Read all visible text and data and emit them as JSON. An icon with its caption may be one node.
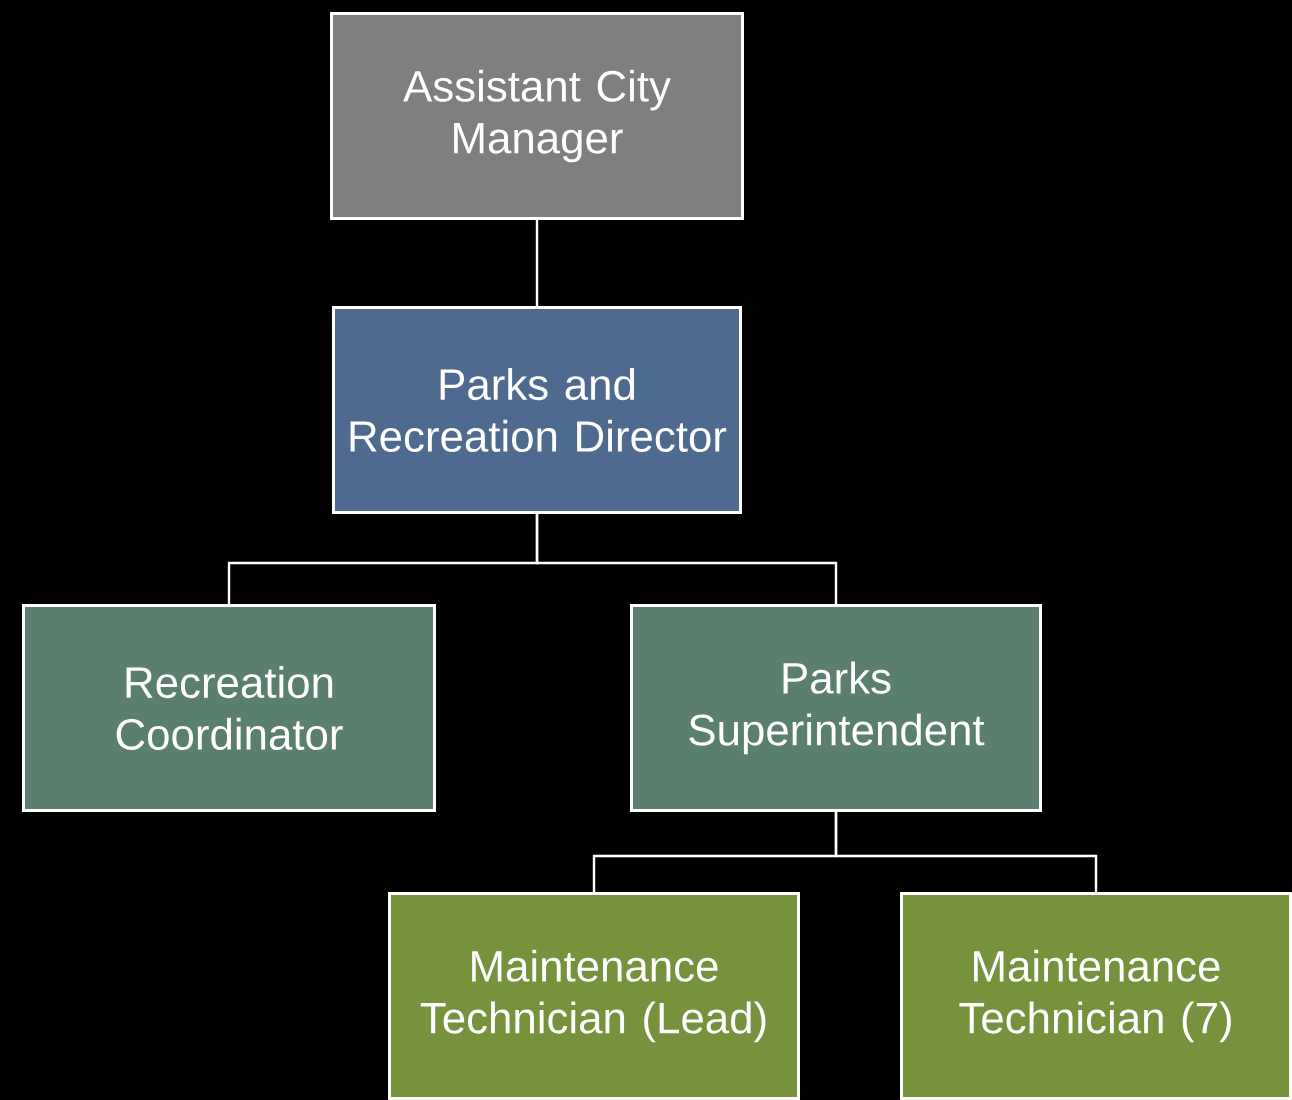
{
  "diagram": {
    "nodes": [
      {
        "text": [
          "Assistant City Manager"
        ]
      },
      {
        "text": [
          "Parks and Recreation Director"
        ]
      },
      {
        "text": [
          "Recreation Coordinator"
        ]
      },
      {
        "text": [
          "Parks Superintendent"
        ]
      },
      {
        "text": [
          "Maintenance Technician (Lead)"
        ]
      },
      {
        "text": [
          "Maintenance Technician (7)"
        ]
      }
    ],
    "edges": [
      {
        "from": 0,
        "to": 1,
        "arrow": "none"
      },
      {
        "from": 1,
        "to": 2,
        "arrow": "none"
      },
      {
        "from": 1,
        "to": 3,
        "arrow": "none"
      },
      {
        "from": 3,
        "to": 4,
        "arrow": "none"
      },
      {
        "from": 3,
        "to": 5,
        "arrow": "none"
      }
    ]
  }
}
